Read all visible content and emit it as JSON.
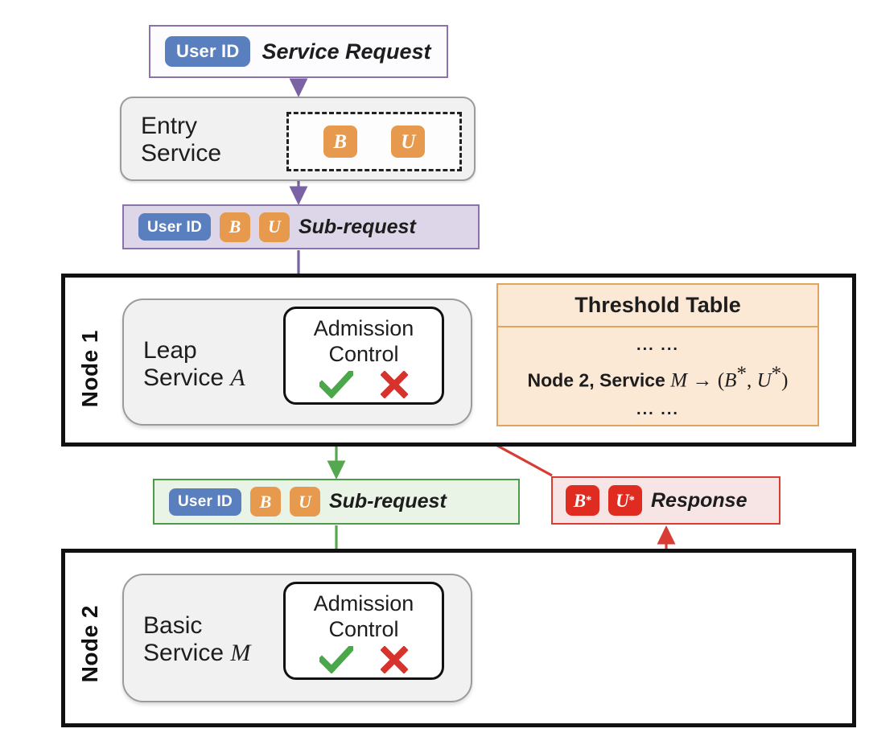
{
  "diagram": {
    "title": "Leap admission control flow across nodes",
    "colors": {
      "purple_border": "#8b72ad",
      "purple_fill": "#ddd6e8",
      "blue_chip": "#5a7fbe",
      "orange_chip": "#e79a4e",
      "orange_table_border": "#e0a45f",
      "orange_table_fill": "#fbe8d5",
      "green_border": "#4f9a4a",
      "green_fill": "#e9f4e6",
      "red_border": "#d93b35",
      "red_fill": "#f7e4e4",
      "red_chip": "#e02b20",
      "check_green": "#4aa84a",
      "cross_red": "#d8322c",
      "node_frame": "#111111",
      "capsule_fill": "#f1f1f1",
      "capsule_border": "#9b9b9b"
    }
  },
  "service_request": {
    "user_id_label": "User ID",
    "label": "Service Request"
  },
  "entry_service": {
    "title_line1": "Entry",
    "title_line2": "Service",
    "chips": [
      "B",
      "U"
    ]
  },
  "sub_request_1": {
    "user_id_label": "User ID",
    "chips": [
      "B",
      "U"
    ],
    "label": "Sub-request"
  },
  "node1": {
    "label": "Node 1",
    "service": {
      "title_line1": "Leap",
      "title_line2_prefix": "Service",
      "title_line2_italic": "A"
    },
    "admission_control": {
      "line1": "Admission",
      "line2": "Control",
      "accept_icon": "check-icon",
      "reject_icon": "cross-icon"
    }
  },
  "threshold_table": {
    "title": "Threshold Table",
    "rows": [
      {
        "type": "ellipsis",
        "text": "... ..."
      },
      {
        "type": "mapping",
        "node": "Node 2,",
        "service_word": "Service",
        "service_symbol": "M",
        "arrow": "→",
        "target_open": "(",
        "target_b": "B",
        "target_b_star": "*",
        "target_comma": ",",
        "target_u": "U",
        "target_u_star": "*",
        "target_close": ")"
      },
      {
        "type": "ellipsis",
        "text": "... ..."
      }
    ]
  },
  "sub_request_2": {
    "user_id_label": "User ID",
    "chips": [
      "B",
      "U"
    ],
    "label": "Sub-request"
  },
  "response": {
    "chips": [
      {
        "base": "B",
        "star": "*"
      },
      {
        "base": "U",
        "star": "*"
      }
    ],
    "label": "Response"
  },
  "node2": {
    "label": "Node 2",
    "service": {
      "title_line1": "Basic",
      "title_line2_prefix": "Service",
      "title_line2_italic": "M"
    },
    "admission_control": {
      "line1": "Admission",
      "line2": "Control",
      "accept_icon": "check-icon",
      "reject_icon": "cross-icon"
    }
  }
}
